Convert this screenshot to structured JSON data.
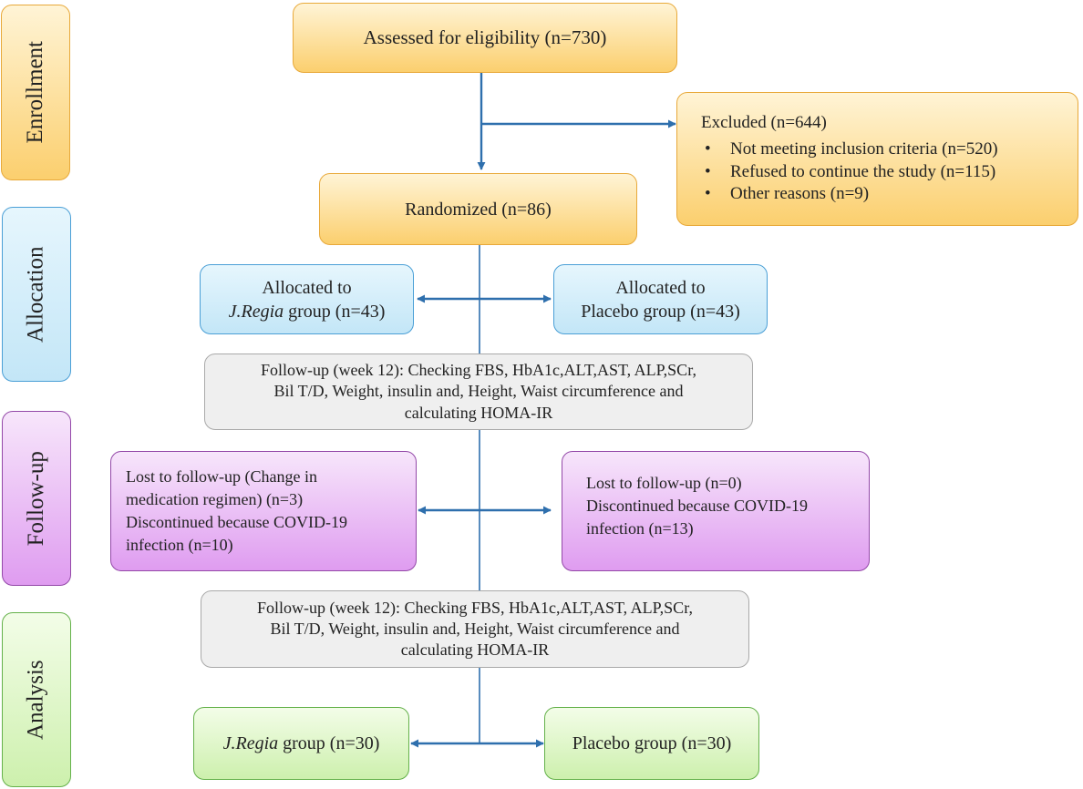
{
  "phases": {
    "enrollment": "Enrollment",
    "allocation": "Allocation",
    "follow_up": "Follow-up",
    "analysis": "Analysis"
  },
  "assessed": "Assessed for eligibility (n=730)",
  "excluded": {
    "title": "Excluded (n=644)",
    "items": [
      "Not meeting inclusion criteria (n=520)",
      "Refused to continue the study (n=115)",
      "Other reasons (n=9)"
    ]
  },
  "randomized": "Randomized (n=86)",
  "allocation": {
    "left_line1": "Allocated to",
    "left_name": "J.Regia",
    "left_rest": " group (n=43)",
    "right_line1": "Allocated to",
    "right_line2": "Placebo group (n=43)"
  },
  "follow_up_check_1": {
    "line1": "Follow-up (week 12): Checking FBS, HbA1c,ALT,AST, ALP,SCr,",
    "line2": "Bil T/D, Weight, insulin and, Height, Waist circumference and",
    "line3": "calculating HOMA-IR"
  },
  "lost_left": {
    "line1": "Lost to follow-up (Change in",
    "line2": "medication regimen) (n=3)",
    "line3": "Discontinued because COVID-19",
    "line4": "infection (n=10)"
  },
  "lost_right": {
    "line1": "Lost to follow-up (n=0)",
    "line2": "Discontinued because COVID-19",
    "line3": "infection (n=13)"
  },
  "follow_up_check_2": {
    "line1": "Follow-up (week 12): Checking FBS, HbA1c,ALT,AST, ALP,SCr,",
    "line2": "Bil T/D, Weight, insulin and, Height, Waist circumference and",
    "line3": "calculating HOMA-IR"
  },
  "analysis": {
    "left_name": "J.Regia",
    "left_rest": " group (n=30)",
    "right": "Placebo group (n=30)"
  },
  "colors": {
    "arrow": "#2e6fad",
    "enrollment": "#fbcf6e",
    "allocation": "#c3e6f7",
    "follow_up": "#df9cf0",
    "analysis": "#cdf0ad",
    "check": "#efefef"
  }
}
